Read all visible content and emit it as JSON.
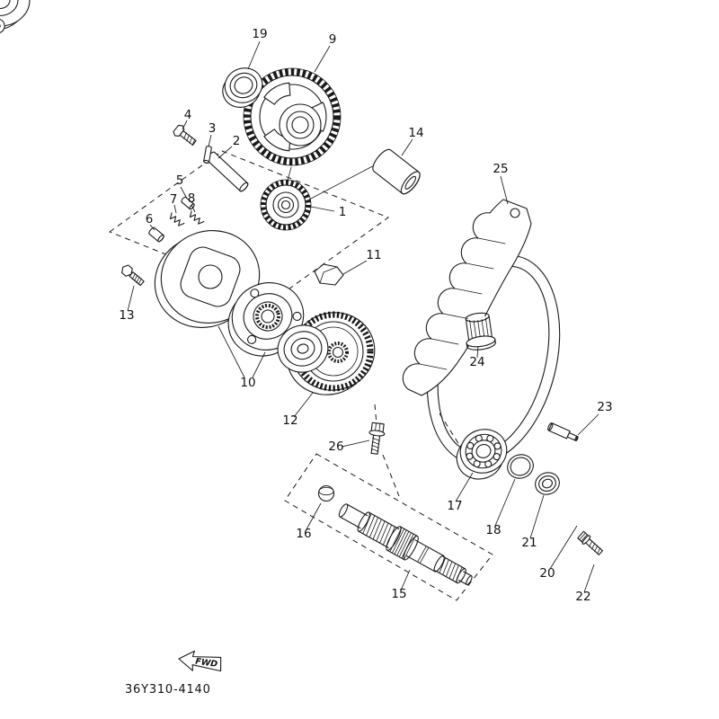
{
  "diagram": {
    "code": "36Y310-4140",
    "fwd_label": "FWD"
  },
  "callouts": [
    {
      "label": "1"
    },
    {
      "label": "2"
    },
    {
      "label": "3"
    },
    {
      "label": "4"
    },
    {
      "label": "5"
    },
    {
      "label": "6"
    },
    {
      "label": "7"
    },
    {
      "label": "8"
    },
    {
      "label": "9"
    },
    {
      "label": "10"
    },
    {
      "label": "11"
    },
    {
      "label": "12"
    },
    {
      "label": "13"
    },
    {
      "label": "14"
    },
    {
      "label": "15"
    },
    {
      "label": "16"
    },
    {
      "label": "17"
    },
    {
      "label": "18"
    },
    {
      "label": "19"
    },
    {
      "label": "20"
    },
    {
      "label": "21"
    },
    {
      "label": "22"
    },
    {
      "label": "23"
    },
    {
      "label": "24"
    },
    {
      "label": "25"
    },
    {
      "label": "26"
    }
  ]
}
